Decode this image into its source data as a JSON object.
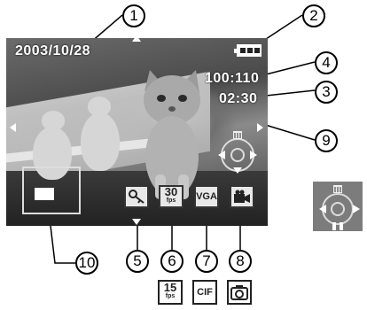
{
  "screen": {
    "date": "2003/10/28",
    "counter": "100:110",
    "time": "02:30"
  },
  "callouts": [
    "1",
    "2",
    "3",
    "4",
    "5",
    "6",
    "7",
    "8",
    "9",
    "10"
  ],
  "status_icons": {
    "key": "key-icon",
    "self_timer": "30",
    "self_timer_unit": "fps",
    "resolution": "VGA",
    "movie": "movie-camera-icon"
  },
  "alt_modes": {
    "fps_value": "15",
    "fps_unit": "fps",
    "cif": "CIF",
    "camera": "camera-icon"
  },
  "colors": {
    "lcd_text": "#ffffff",
    "ink": "#000000"
  }
}
